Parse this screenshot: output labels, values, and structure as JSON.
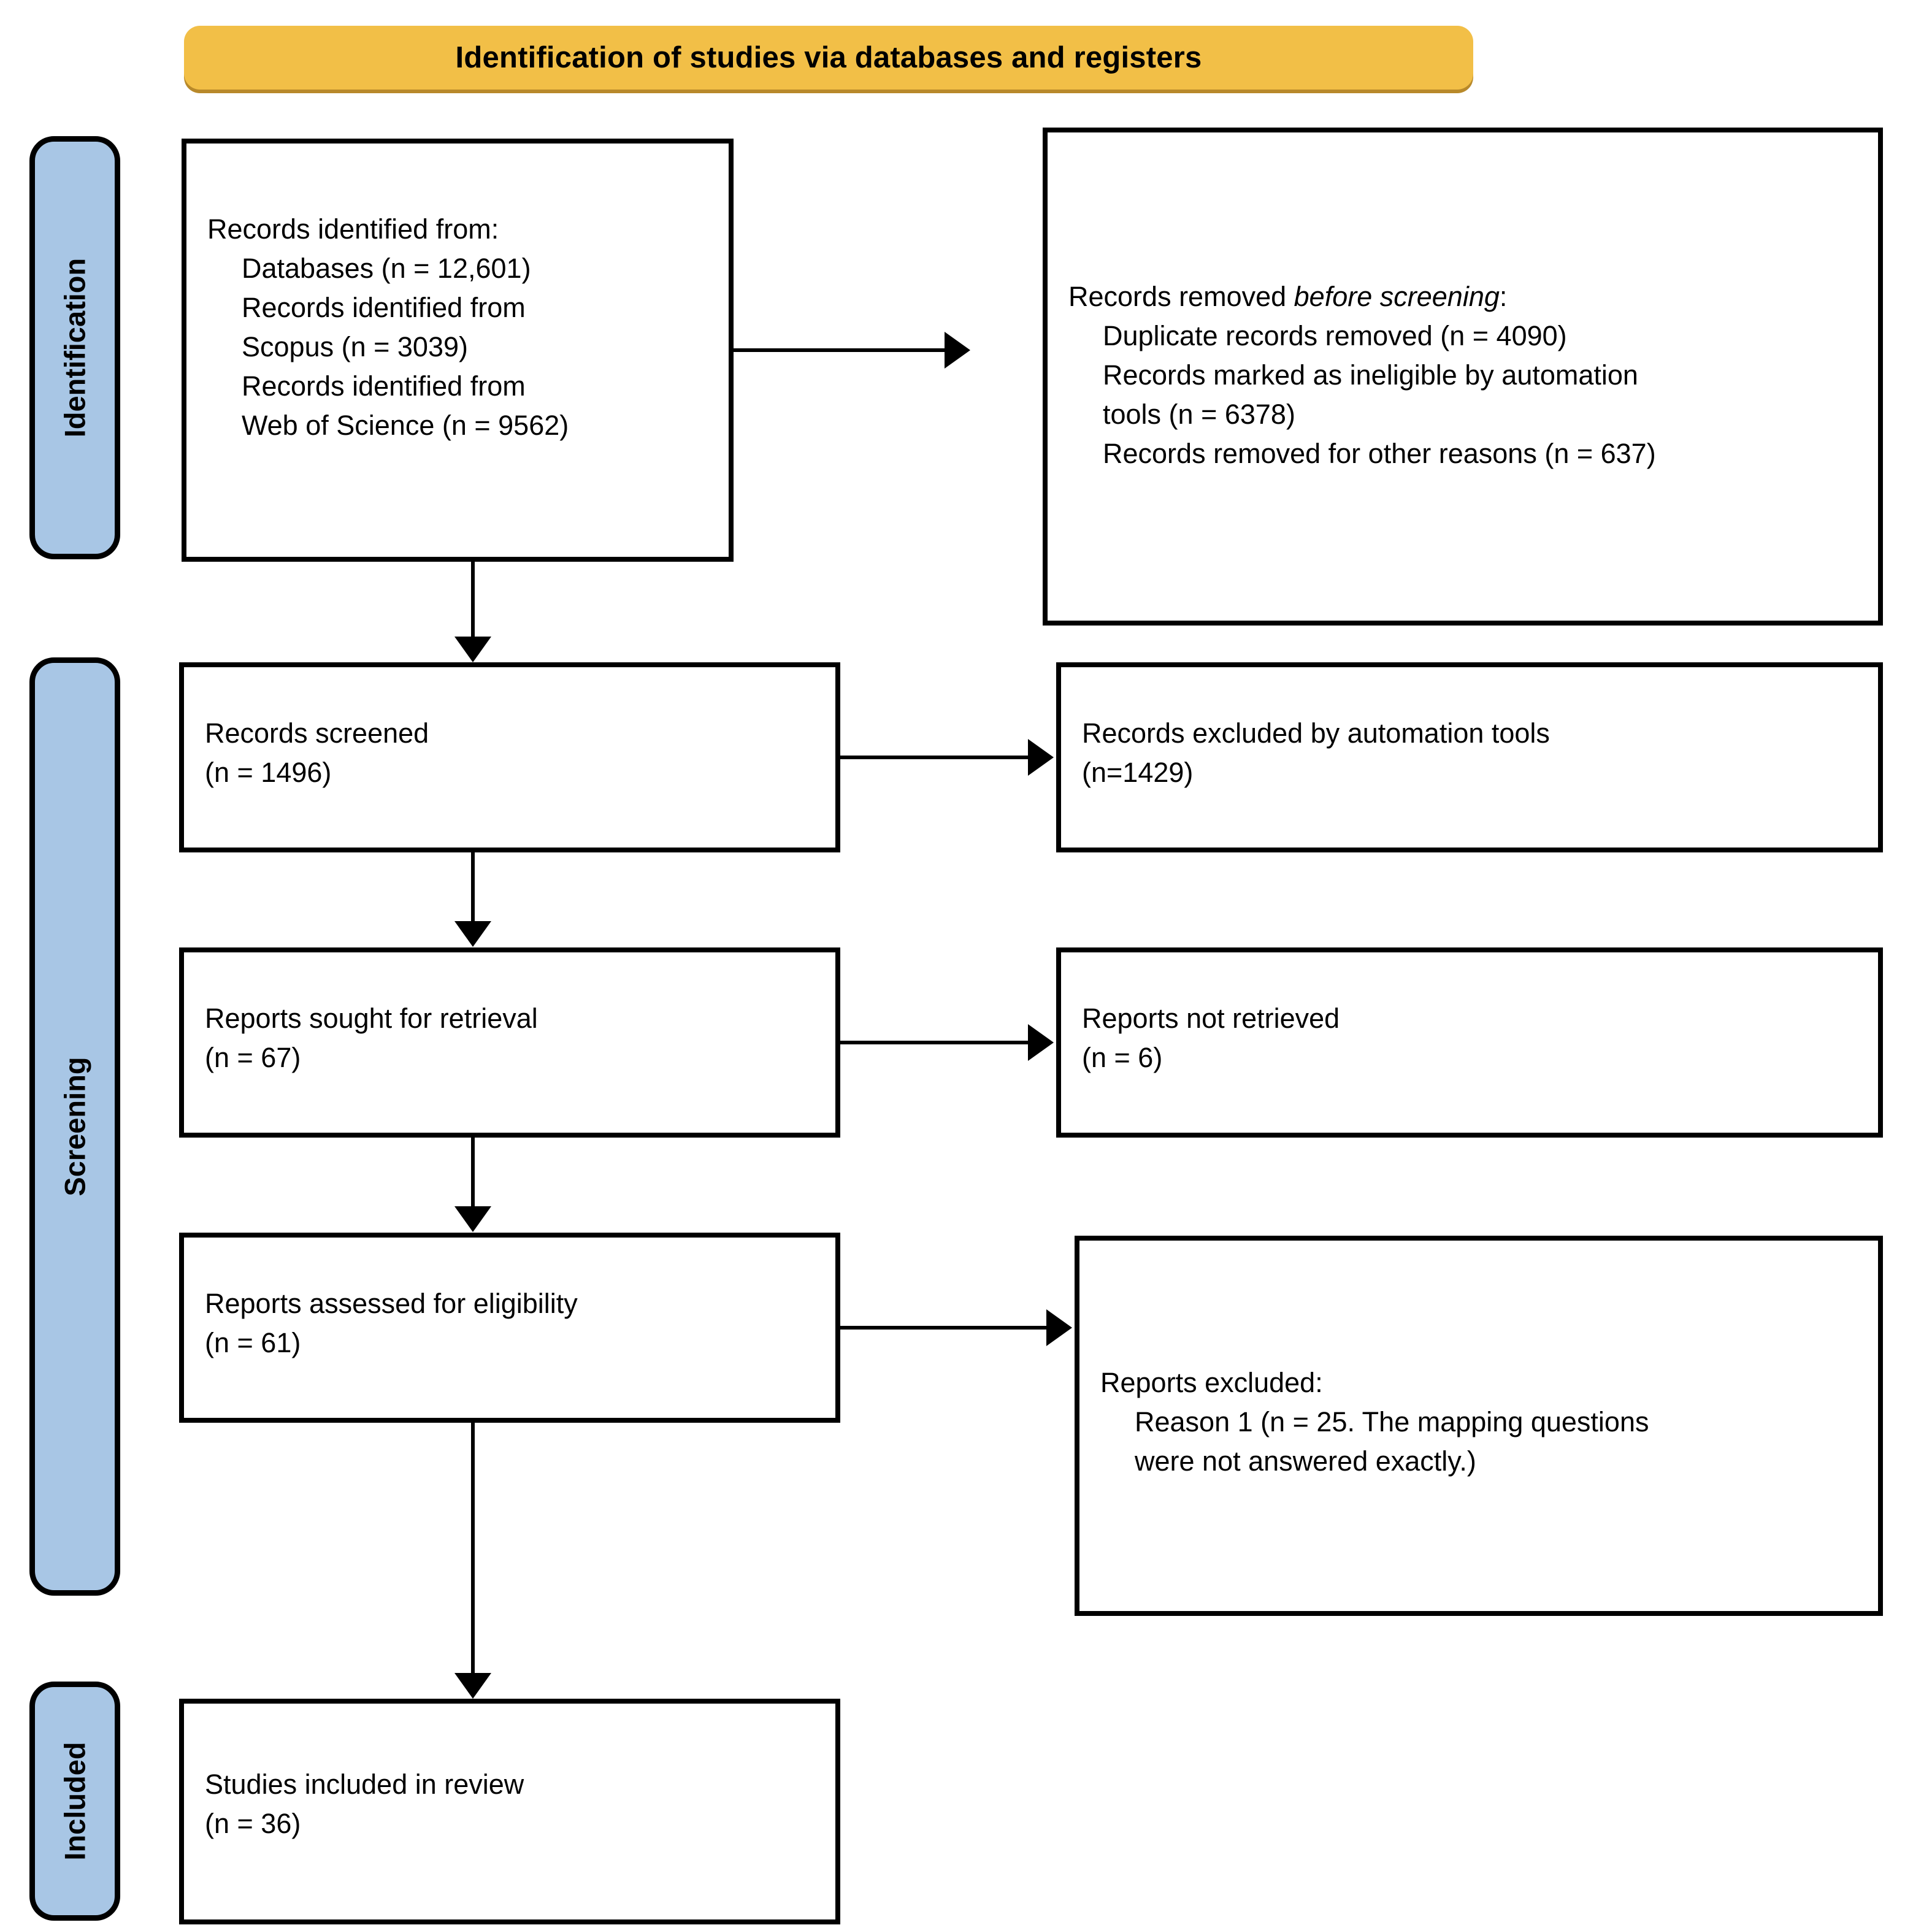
{
  "banner": {
    "title": "Identification of studies via databases and registers"
  },
  "phases": [
    {
      "id": "identification",
      "label": "Identification"
    },
    {
      "id": "screening",
      "label": "Screening"
    },
    {
      "id": "included",
      "label": "Included"
    }
  ],
  "boxes": {
    "identified": {
      "l1": "Records identified from:",
      "l2": "Databases (n = 12,601)",
      "l3": "Records identified from",
      "l4": "Scopus (n = 3039)",
      "l5": "Records identified from",
      "l6": "Web of Science (n = 9562)"
    },
    "removed": {
      "l1a": "Records removed ",
      "l1b": "before screening",
      "l1c": ":",
      "l2": "Duplicate records removed (n = 4090)",
      "l3": "Records marked as ineligible by automation",
      "l4": "tools (n = 6378)",
      "l5": "Records removed for other reasons (n = 637)"
    },
    "screened": {
      "l1": "Records screened",
      "l2": "(n = 1496)"
    },
    "excluded_auto": {
      "l1": "Records excluded by automation tools",
      "l2": "(n=1429)"
    },
    "sought": {
      "l1": "Reports sought for retrieval",
      "l2": "(n = 67)"
    },
    "not_retrieved": {
      "l1": "Reports not retrieved",
      "l2": "(n = 6)"
    },
    "assessed": {
      "l1": "Reports assessed for eligibility",
      "l2": "(n = 61)"
    },
    "reports_excluded": {
      "l1": "Reports excluded:",
      "l2": "Reason 1 (n = 25. The mapping questions",
      "l3": "were not answered exactly.)"
    },
    "included": {
      "l1": "Studies included in review",
      "l2": "(n = 36)"
    }
  },
  "colors": {
    "banner_fill": "#F2BF47",
    "banner_shadow": "#B8892A",
    "phase_fill": "#A8C6E5",
    "stroke": "#000000",
    "box_fill": "#FFFFFF"
  }
}
